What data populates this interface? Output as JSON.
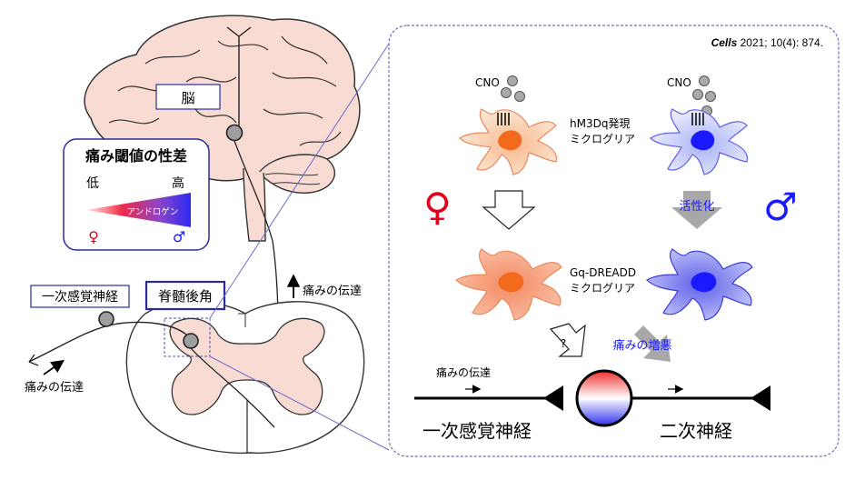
{
  "citation": {
    "journal": "Cells",
    "rest": " 2021; 10(4): 874."
  },
  "labels": {
    "brain": "脳",
    "primary_sensory_nerve_box": "一次感覚神経",
    "dorsal_horn": "脊髄後角",
    "pain_transmission_up": "痛みの伝達",
    "pain_transmission_left": "痛みの伝達",
    "pain_transmission_bottom": "痛みの伝達",
    "primary_sensory_nerve_bottom": "一次感覚神経",
    "secondary_nerve": "二次神経",
    "cno_female": "CNO",
    "cno_male": "CNO",
    "hm3dq_line1": "hM3Dq発現",
    "hm3dq_line2": "ミクログリア",
    "gq_line1": "Gq-DREADD",
    "gq_line2": "ミクログリア",
    "activation": "活性化",
    "pain_worsening": "痛みの増悪",
    "question": "?",
    "female_symbol": "♀",
    "male_symbol": "♂"
  },
  "threshold_box": {
    "title": "痛み閾値の性差",
    "low": "低",
    "high": "高",
    "bar_label": "アンドロゲン",
    "female_symbol": "♀",
    "male_symbol": "♂"
  },
  "colors": {
    "female_red": "#e3001b",
    "male_blue": "#1a1aff",
    "frame_blue": "#2b2b9e",
    "tissue_fill": "#f8dcd3",
    "female_cell_light": "#f5c7a6",
    "female_cell_dark": "#ef8f6a",
    "male_cell_light": "#c9cffb",
    "male_cell_dark": "#6e6ef0",
    "arrow_gray": "#9c9c9c",
    "pale_panel_border": "#7a7ab8"
  },
  "icons": {
    "neuron_soma": "gray-circle",
    "receptor": "receptor-bundle",
    "down_arrow_open": "outline-down-arrow",
    "down_arrow_gray": "gray-down-arrow"
  }
}
